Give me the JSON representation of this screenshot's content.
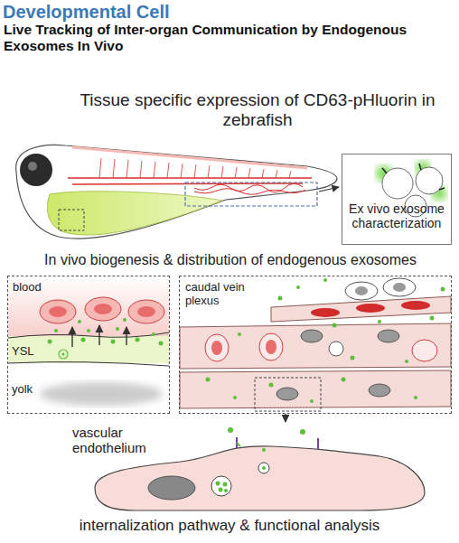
{
  "diagram": {
    "title": "Live Tracking of Inter-organ Communication by Endogenous Exosomes In Vivo",
    "caption": "internalization pathway & functional analysis",
    "nodes": [
      {
        "text": [
          "Ex vivo exosome characterization"
        ]
      },
      {
        "text": [
          "blood",
          "YSL",
          "yolk"
        ]
      },
      {
        "text": [
          "caudal vein plexus"
        ]
      },
      {
        "text": [
          "vascular endothelium"
        ]
      }
    ],
    "edges": [
      {
        "from": 2,
        "to": 3,
        "arrow": "to"
      }
    ],
    "labels": [
      "Developmental Cell",
      "Tissue specific expression of CD63-pHluorin in zebrafish",
      "In vivo biogenesis & distribution of endogenous exosomes"
    ]
  }
}
